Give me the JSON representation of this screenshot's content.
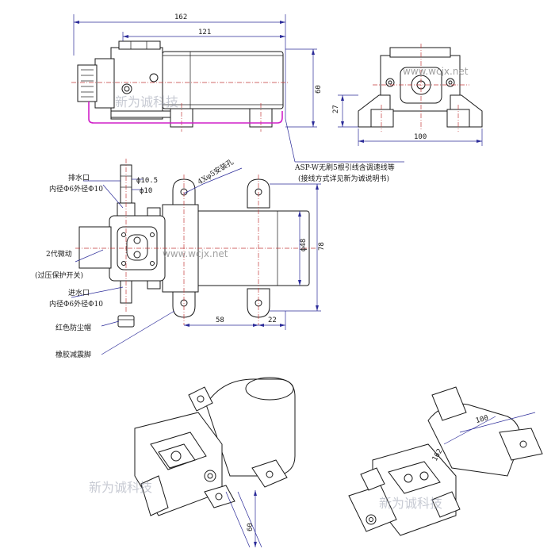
{
  "dimensions": {
    "overall_length": "162",
    "body_length": "121",
    "height": "60",
    "height_front": "60",
    "foot_height": "27",
    "width_front": "100",
    "port_diameter_outer": "ф10.5",
    "port_diameter_inner": "ф10",
    "motor_diameter": "ф48",
    "mount_spacing_vertical": "78",
    "mount_spacing_left": "58",
    "mount_spacing_right": "22",
    "iso_height": "60",
    "iso_length": "162",
    "iso_width": "100"
  },
  "labels": {
    "outlet": "排水口",
    "outlet_spec": "内径Φ6外径Φ10",
    "mount_holes": "4Xφ5安装孔",
    "wiring": "ASP-W无刷5根引线含调速线等",
    "wiring_note": "(接线方式详见新为诚说明书)",
    "micro_switch": "2代微动",
    "micro_switch_note": "(过压保护开关)",
    "inlet": "进水口",
    "inlet_spec": "内径Φ6外径Φ10",
    "dust_cap": "红色防尘帽",
    "rubber_feet": "橡胶减震脚"
  },
  "watermarks": {
    "brand_cn_1": "新为诚科技",
    "url_1": "www.wcjx.net",
    "url_2": "www.wcjx.net",
    "brand_cn_2": "新为诚科技",
    "brand_cn_3": "新为诚科技"
  }
}
